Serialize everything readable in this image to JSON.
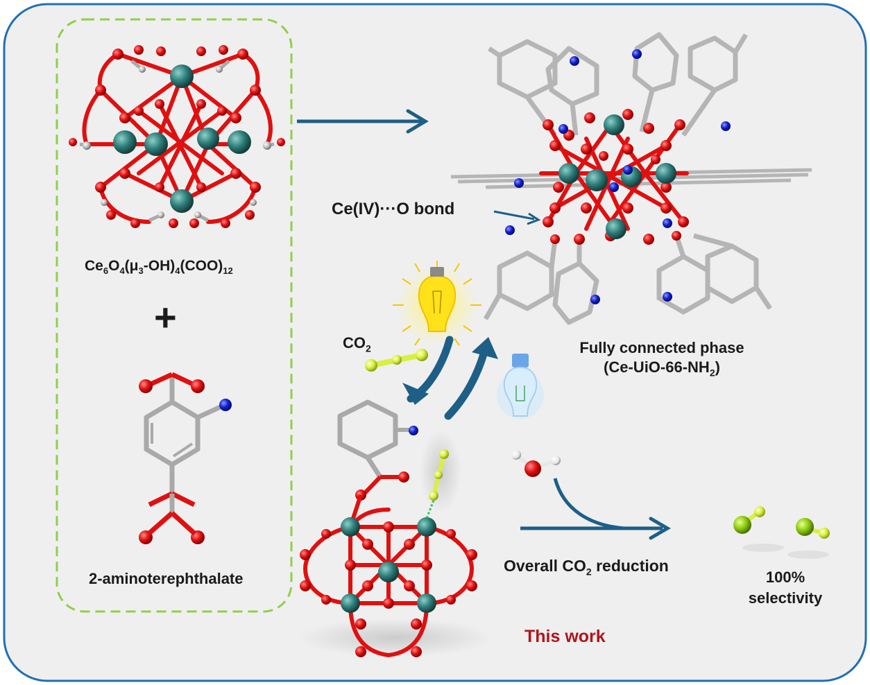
{
  "labels": {
    "cluster_formula": {
      "prefix": "Ce",
      "s1": "6",
      "o": "O",
      "s2": "4",
      "mu_open": "(μ",
      "s3": "3",
      "oh": "-OH)",
      "s4": "4",
      "coo": "(COO)",
      "s5": "12"
    },
    "plus": "+",
    "linker_name": "2-aminoterephthalate",
    "bond_label": "Ce(IV)···O bond",
    "phase_line1": "Fully connected phase",
    "phase_line2_prefix": "(Ce-UiO-66-NH",
    "phase_line2_sub": "2",
    "phase_line2_suffix": ")",
    "co2_prefix": "CO",
    "co2_sub": "2",
    "reduction_prefix": "Overall CO",
    "reduction_sub": "2",
    "reduction_suffix": " reduction",
    "selectivity_line1": "100%",
    "selectivity_line2": "selectivity",
    "this_work": "This work"
  },
  "colors": {
    "frame_border": "#1f6fb3",
    "panel_bg": "#efefef",
    "dashed_box": "#8fcf4a",
    "arrow": "#1d5f86",
    "oxygen": "#e01010",
    "cerium": "#2e7d7a",
    "nitrogen": "#1020d0",
    "carbon": "#a9a9a9",
    "co2_yellow": "#d8f040",
    "this_work": "#b0141c"
  }
}
